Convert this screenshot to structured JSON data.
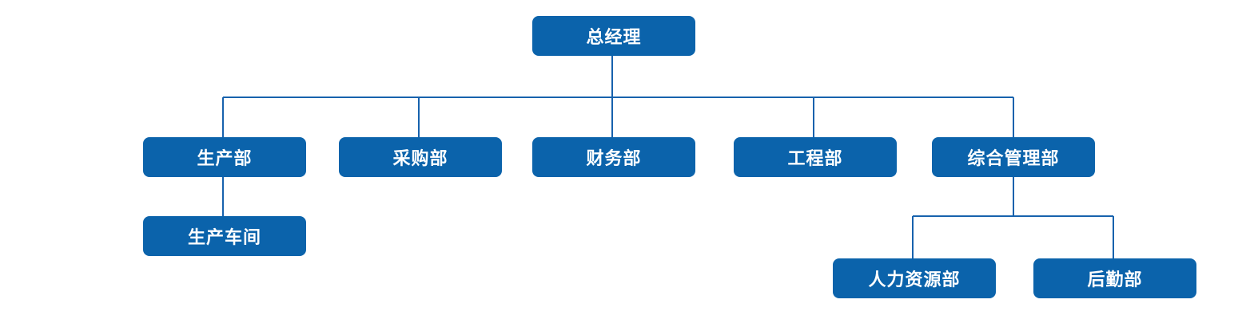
{
  "chart": {
    "root": "总经理",
    "departments": [
      "生产部",
      "采购部",
      "财务部",
      "工程部",
      "综合管理部"
    ],
    "production_sub": [
      "生产车间"
    ],
    "admin_sub": [
      "人力资源部",
      "后勤部"
    ]
  }
}
